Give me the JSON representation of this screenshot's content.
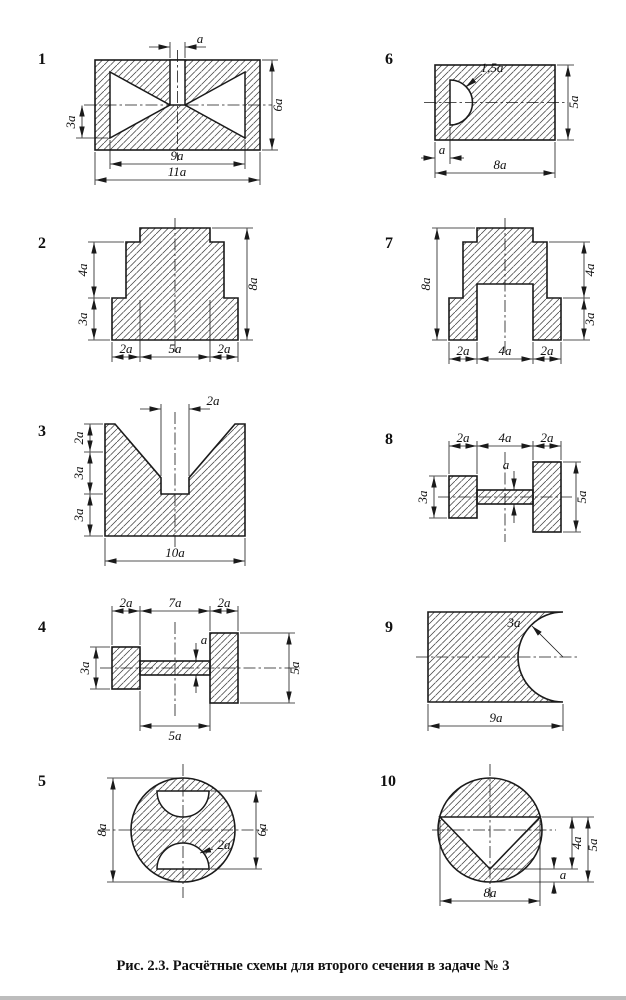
{
  "caption": "Рис. 2.3. Расчётные схемы для второго сечения в задаче № 3",
  "figures": {
    "f1": {
      "number": "1",
      "dim_a": "a",
      "dim_3a": "3a",
      "dim_6a": "6a",
      "dim_9a": "9a",
      "dim_11a": "11a"
    },
    "f2": {
      "number": "2",
      "dim_4a": "4a",
      "dim_3a": "3a",
      "dim_8a": "8a",
      "dim_2a_left": "2a",
      "dim_5a": "5a",
      "dim_2a_right": "2a"
    },
    "f3": {
      "number": "3",
      "dim_2a_top": "2a",
      "dim_2a_left": "2a",
      "dim_3a_mid": "3a",
      "dim_3a_bot": "3a",
      "dim_10a": "10a"
    },
    "f4": {
      "number": "4",
      "dim_2a_left": "2a",
      "dim_7a": "7a",
      "dim_2a_right": "2a",
      "dim_3a": "3a",
      "dim_a": "a",
      "dim_5a_right": "5a",
      "dim_5a_bottom": "5a"
    },
    "f5": {
      "number": "5",
      "dim_8a": "8a",
      "dim_6a": "6a",
      "dim_2a": "2a"
    },
    "f6": {
      "number": "6",
      "dim_1_5a": "1,5a",
      "dim_5a": "5a",
      "dim_a": "a",
      "dim_8a": "8a"
    },
    "f7": {
      "number": "7",
      "dim_8a": "8a",
      "dim_4a_right": "4a",
      "dim_3a": "3a",
      "dim_2a_left": "2a",
      "dim_4a_bottom": "4a",
      "dim_2a_right": "2a"
    },
    "f8": {
      "number": "8",
      "dim_2a_left": "2a",
      "dim_4a": "4a",
      "dim_2a_right": "2a",
      "dim_a": "a",
      "dim_3a": "3a",
      "dim_5a": "5a"
    },
    "f9": {
      "number": "9",
      "dim_3a": "3a",
      "dim_9a": "9a"
    },
    "f10": {
      "number": "10",
      "dim_5a": "5a",
      "dim_4a": "4a",
      "dim_a": "a",
      "dim_8a": "8a"
    }
  }
}
